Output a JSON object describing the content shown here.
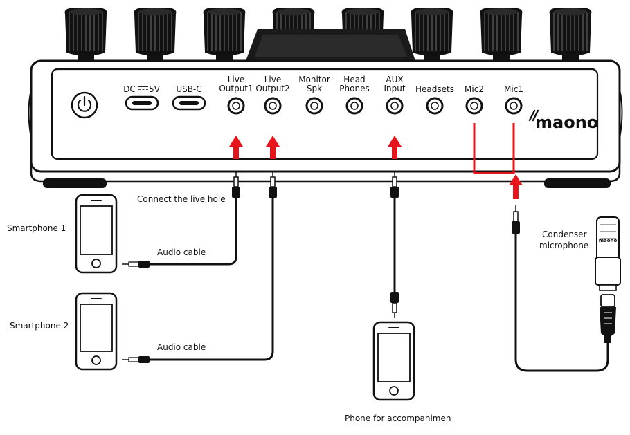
{
  "brand": "maono",
  "panel": {
    "ports": [
      {
        "id": "dc5v",
        "label": [
          "DC",
          "5V"
        ]
      },
      {
        "id": "usbc",
        "label": [
          "USB-C"
        ]
      },
      {
        "id": "live-output1",
        "label": [
          "Live",
          "Output1"
        ]
      },
      {
        "id": "live-output2",
        "label": [
          "Live",
          "Output2"
        ]
      },
      {
        "id": "monitor-spk",
        "label": [
          "Monitor",
          "Spk"
        ]
      },
      {
        "id": "head-phones",
        "label": [
          "Head",
          "Phones"
        ]
      },
      {
        "id": "aux-input",
        "label": [
          "AUX",
          "Input"
        ]
      },
      {
        "id": "headsets",
        "label": [
          "Headsets"
        ]
      },
      {
        "id": "mic2",
        "label": [
          "Mic2"
        ]
      },
      {
        "id": "mic1",
        "label": [
          "Mic1"
        ]
      }
    ]
  },
  "labels": {
    "connect_live": "Connect the live hole",
    "smartphone1": "Smartphone 1",
    "smartphone2": "Smartphone 2",
    "audio_cable_1": "Audio cable",
    "audio_cable_2": "Audio cable",
    "condenser_line1": "Condenser",
    "condenser_line2": "microphone",
    "mic_brand": "maono",
    "phone_accompaniment": "Phone for accompanimen"
  },
  "colors": {
    "accent": "#e8141b",
    "outline": "#111111",
    "background": "#ffffff"
  }
}
